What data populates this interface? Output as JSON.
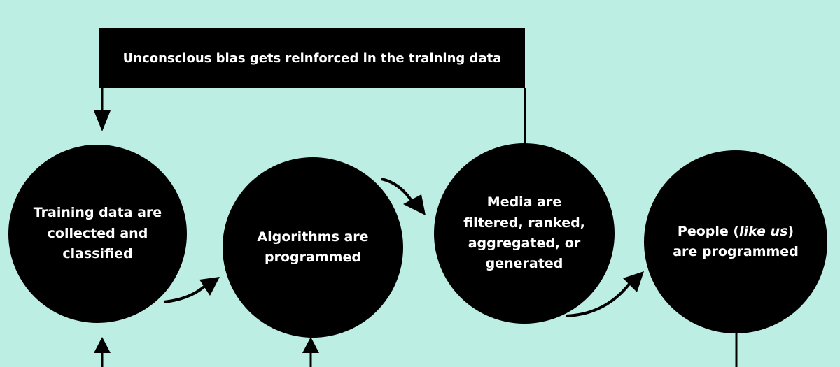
{
  "feedback": {
    "label": "Unconscious bias gets reinforced in the training data"
  },
  "nodes": [
    {
      "lines": [
        "Training data are",
        "collected and",
        "classified"
      ]
    },
    {
      "lines": [
        "Algorithms are",
        "programmed"
      ]
    },
    {
      "lines": [
        "Media are",
        "filtered, ranked,",
        "aggregated, or",
        "generated"
      ]
    },
    {
      "line1_pre": "People (",
      "line1_em": "like us",
      "line1_post": ")",
      "line2": "are programmed"
    }
  ]
}
